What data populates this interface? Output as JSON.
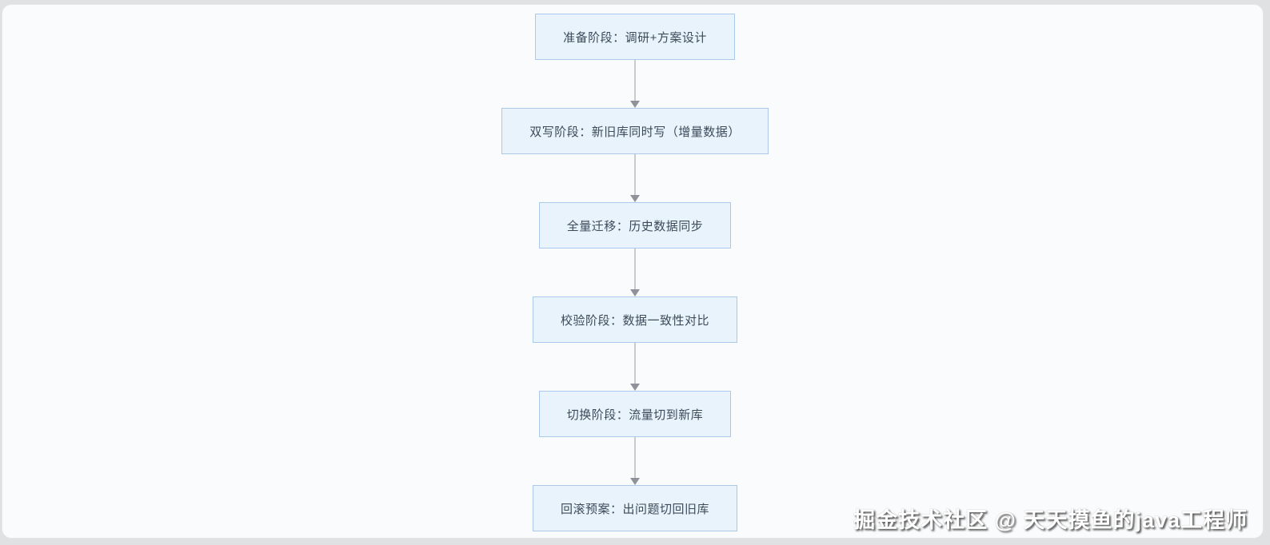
{
  "page": {
    "background_color": "#e0e1e3",
    "card_background_color": "#fafbfc"
  },
  "flowchart": {
    "direction": "top-down",
    "nodes": [
      {
        "id": "prepare",
        "label": "准备阶段：调研+方案设计"
      },
      {
        "id": "double-write",
        "label": "双写阶段：新旧库同时写（增量数据）"
      },
      {
        "id": "full-migration",
        "label": "全量迁移：历史数据同步"
      },
      {
        "id": "verify",
        "label": "校验阶段：数据一致性对比"
      },
      {
        "id": "switch",
        "label": "切换阶段：流量切到新库"
      },
      {
        "id": "rollback",
        "label": "回滚预案：出问题切回旧库"
      }
    ],
    "node_fill_color": "#e8f3fc",
    "node_border_color": "#abc9e9",
    "node_text_color": "#3d4a58",
    "arrow_line_color": "#c9cbcd",
    "arrow_head_color": "#8f9399"
  },
  "watermark": {
    "text": "掘金技术社区 @ 天天摸鱼的java工程师",
    "color": "#ffffff"
  }
}
